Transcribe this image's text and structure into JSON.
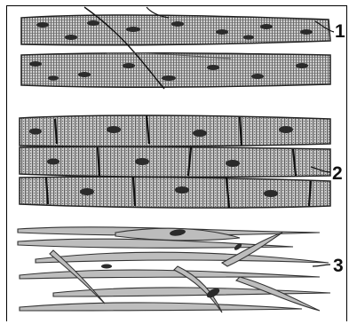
{
  "labels": {
    "one": "1",
    "two": "2",
    "three": "3"
  },
  "colors": {
    "ink": "#111111",
    "fiber_fill": "#c9c9c9",
    "smooth_fill": "#bdbdbd",
    "nucleus": "#2b2b2b",
    "background": "#ffffff"
  }
}
